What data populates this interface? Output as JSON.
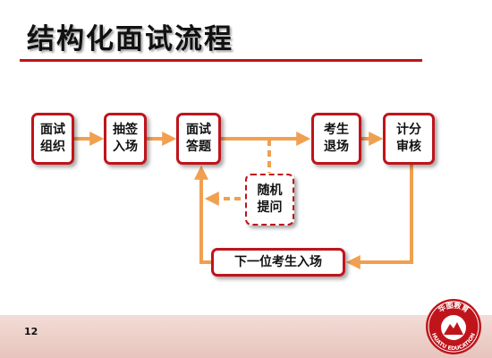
{
  "title": "结构化面试流程",
  "page_number": "12",
  "steps": {
    "organize": {
      "line1": "面试",
      "line2": "组织"
    },
    "draw_lots": {
      "line1": "抽签",
      "line2": "入场"
    },
    "answer": {
      "line1": "面试",
      "line2": "答题"
    },
    "random_question": {
      "line1": "随机",
      "line2": "提问"
    },
    "exit": {
      "line1": "考生",
      "line2": "退场"
    },
    "scoring": {
      "line1": "计分",
      "line2": "审核"
    },
    "next_candidate": "下一位考生入场"
  },
  "logo": {
    "top_text": "华图教育",
    "bottom_text": "HUATU EDUCATION"
  },
  "colors": {
    "accent_red": "#c0141b",
    "arrow_orange": "#f0a050",
    "footer": "#ecccc5"
  }
}
